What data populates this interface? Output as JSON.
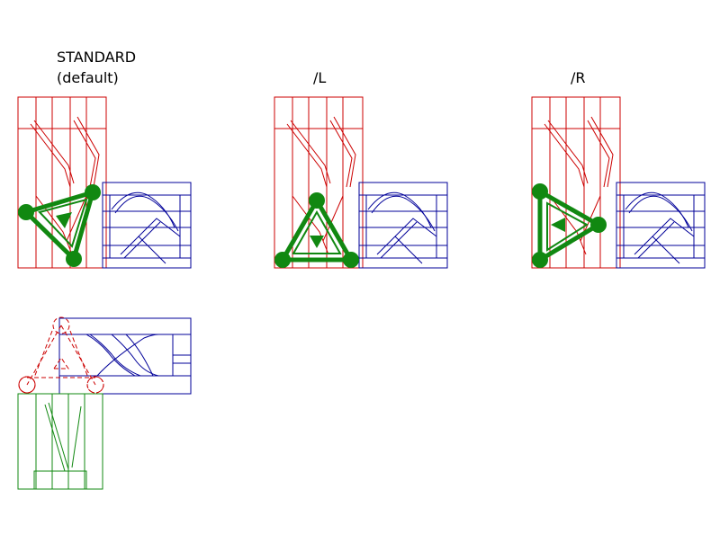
{
  "labels": {
    "standard_line1": "STANDARD",
    "standard_line2": "(default)",
    "left": "/L",
    "right": "/R"
  },
  "colors": {
    "vertical_leg": "#cc0000",
    "horizontal_leg": "#000099",
    "end_plate": "#118811",
    "bottom_view_leg": "#118811"
  },
  "variants": [
    "standard",
    "left",
    "right"
  ]
}
